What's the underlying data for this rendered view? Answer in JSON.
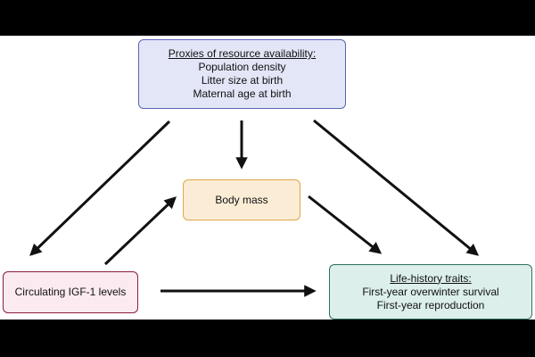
{
  "nodes": {
    "resources": {
      "title": "Proxies of resource availability:",
      "items": [
        "Population density",
        "Litter size at birth",
        "Maternal age at birth"
      ]
    },
    "body_mass": {
      "label": "Body mass"
    },
    "igf": {
      "label": "Circulating IGF-1 levels"
    },
    "traits": {
      "title": "Life-history traits:",
      "items": [
        "First-year overwinter survival",
        "First-year reproduction"
      ]
    }
  },
  "edges": [
    {
      "from": "resources",
      "to": "igf"
    },
    {
      "from": "resources",
      "to": "body_mass"
    },
    {
      "from": "resources",
      "to": "traits"
    },
    {
      "from": "igf",
      "to": "body_mass"
    },
    {
      "from": "body_mass",
      "to": "traits"
    },
    {
      "from": "igf",
      "to": "traits"
    }
  ],
  "colors": {
    "resources_fill": "#e3e6f7",
    "resources_border": "#5a66b8",
    "body_mass_fill": "#fbecd6",
    "body_mass_border": "#e0a84c",
    "igf_fill": "#fbeaef",
    "igf_border": "#8a1e3a",
    "traits_fill": "#dcefea",
    "traits_border": "#2f6e61",
    "arrow": "#111111"
  }
}
